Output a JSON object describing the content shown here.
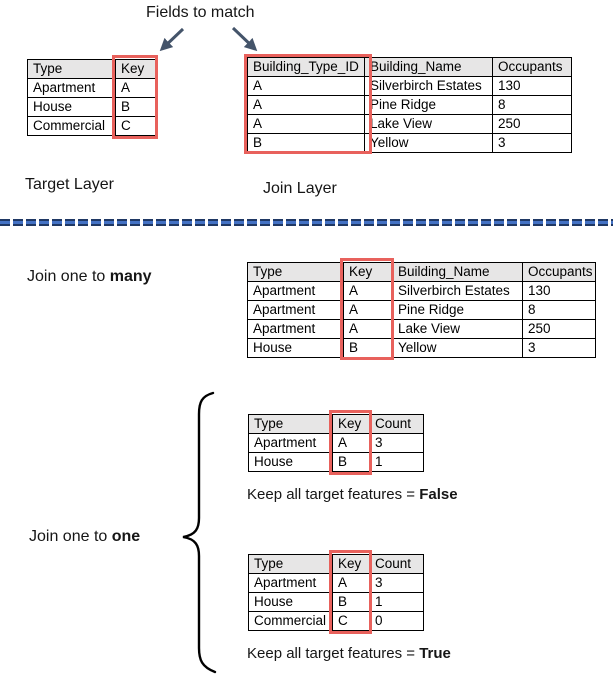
{
  "annotations": {
    "fields_to_match": "Fields to match"
  },
  "target_layer": {
    "caption": "Target Layer",
    "table": {
      "columns": [
        "Type",
        "Key"
      ],
      "rows": [
        [
          "Apartment",
          "A"
        ],
        [
          "House",
          "B"
        ],
        [
          "Commercial",
          "C"
        ]
      ]
    }
  },
  "join_layer": {
    "caption": "Join Layer",
    "table": {
      "columns": [
        "Building_Type_ID",
        "Building_Name",
        "Occupants"
      ],
      "rows": [
        [
          "A",
          "Silverbirch Estates",
          "130"
        ],
        [
          "A",
          "Pine Ridge",
          "8"
        ],
        [
          "A",
          "Lake View",
          "250"
        ],
        [
          "B",
          "Yellow",
          "3"
        ]
      ]
    }
  },
  "join_one_to_many": {
    "label_prefix": "Join one to ",
    "label_bold": "many",
    "table": {
      "columns": [
        "Type",
        "Key",
        "Building_Name",
        "Occupants"
      ],
      "rows": [
        [
          "Apartment",
          "A",
          "Silverbirch Estates",
          "130"
        ],
        [
          "Apartment",
          "A",
          "Pine Ridge",
          "8"
        ],
        [
          "Apartment",
          "A",
          "Lake View",
          "250"
        ],
        [
          "House",
          "B",
          "Yellow",
          "3"
        ]
      ]
    }
  },
  "join_one_to_one": {
    "label_prefix": "Join one to ",
    "label_bold": "one",
    "keep_false": {
      "caption_prefix": "Keep all target features = ",
      "caption_bold": "False",
      "table": {
        "columns": [
          "Type",
          "Key",
          "Count"
        ],
        "rows": [
          [
            "Apartment",
            "A",
            "3"
          ],
          [
            "House",
            "B",
            "1"
          ]
        ]
      }
    },
    "keep_true": {
      "caption_prefix": "Keep all target features = ",
      "caption_bold": "True",
      "table": {
        "columns": [
          "Type",
          "Key",
          "Count"
        ],
        "rows": [
          [
            "Apartment",
            "A",
            "3"
          ],
          [
            "House",
            "B",
            "1"
          ],
          [
            "Commercial",
            "C",
            "0"
          ]
        ]
      }
    }
  },
  "colors": {
    "highlight_red": "#e8615c",
    "table_header_gray": "#e7e6e6",
    "arrow_navy": "#44546a",
    "divider_blue": "#4472c4",
    "divider_dark_navy": "#1f3864",
    "table_border": "#000000",
    "text": "#000000"
  }
}
